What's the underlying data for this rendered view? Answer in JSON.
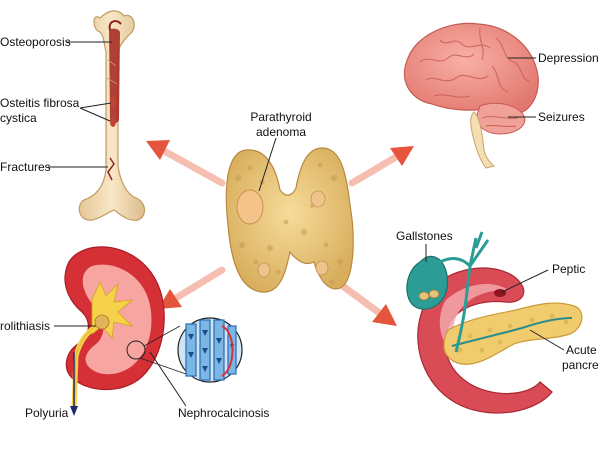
{
  "center": {
    "label_line1": "Parathyroid",
    "label_line2": "adenoma"
  },
  "bone": {
    "osteoporosis": "Osteoporosis",
    "osteitis_line1": "Osteitis fibrosa",
    "osteitis_line2": "cystica",
    "fractures": "Fractures"
  },
  "brain": {
    "depression": "Depression",
    "seizures": "Seizures"
  },
  "kidney": {
    "urolithiasis": "rolithiasis",
    "polyuria": "Polyuria",
    "nephrocalcinosis": "Nephrocalcinosis"
  },
  "gi": {
    "gallstones": "Gallstones",
    "peptic": "Peptic",
    "acute_line1": "Acute",
    "acute_line2": "pancre"
  },
  "colors": {
    "arrow": "#e8604a",
    "gland": "#e8c77c",
    "brain": "#ef8f86",
    "kidney": "#d8323a",
    "stomach": "#d94b55",
    "gallbladder": "#2c9c96",
    "pancreas": "#f0cc6e"
  }
}
